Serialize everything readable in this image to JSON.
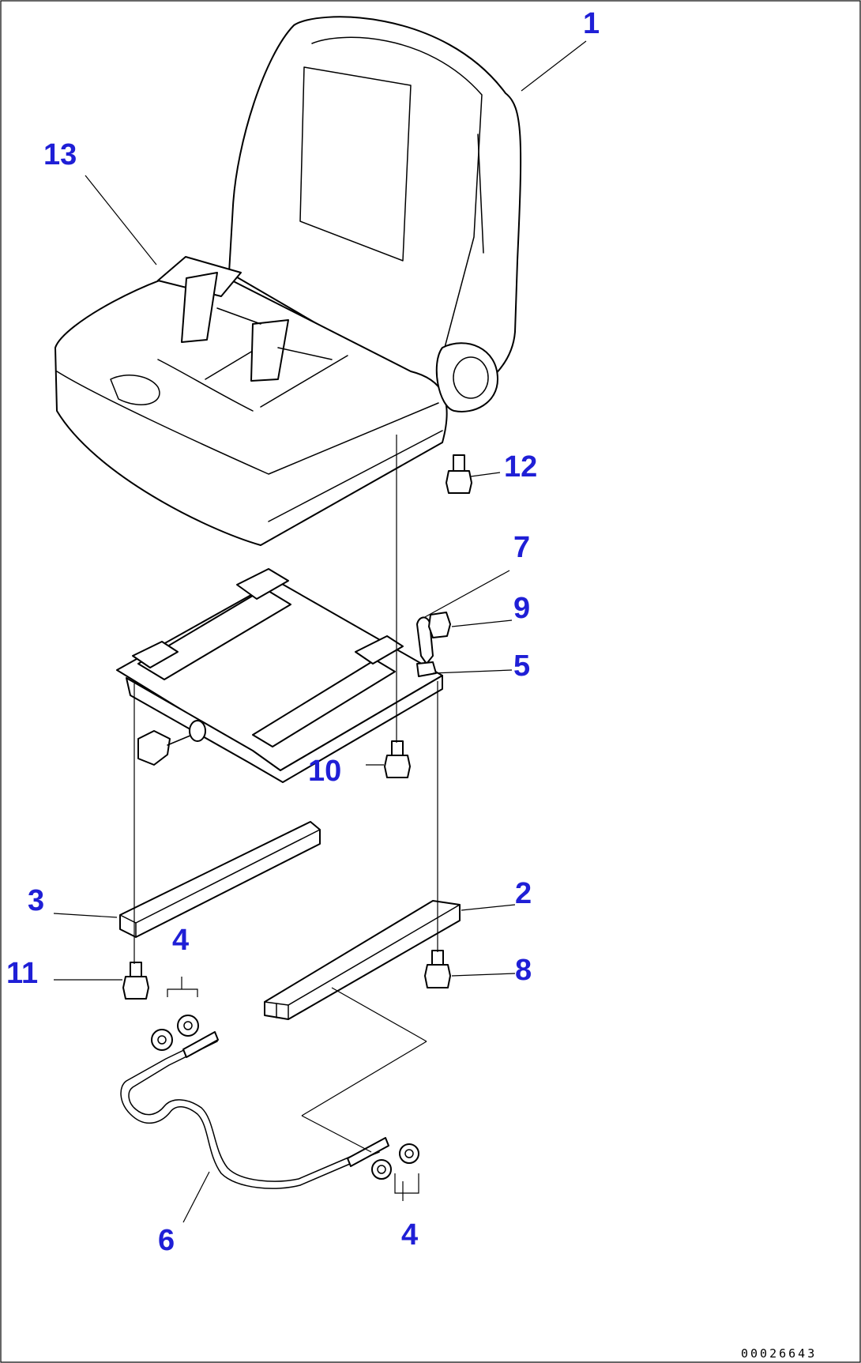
{
  "callouts": {
    "c1": "1",
    "c2": "2",
    "c3": "3",
    "c4a": "4",
    "c4b": "4",
    "c5": "5",
    "c6": "6",
    "c7": "7",
    "c8": "8",
    "c9": "9",
    "c10": "10",
    "c11": "11",
    "c12": "12",
    "c13": "13"
  },
  "doc_number": "00026643",
  "colors": {
    "callout": "#1f1fd6",
    "lines": "#000000",
    "background": "#ffffff"
  }
}
